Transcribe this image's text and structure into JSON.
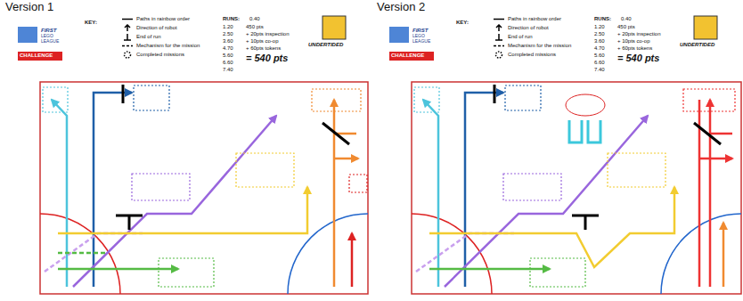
{
  "diagram": {
    "labels": [
      "Version 1",
      "KEY:",
      "RUNS:",
      "0.40",
      "1.20",
      "2.50",
      "3.60",
      "4.70",
      "5.60",
      "6.60",
      "7.40",
      "450 pts",
      "+ 20pts inspection",
      "+ 10pts co-op",
      "+ 60pts tokens",
      "= 540 pts",
      "FIRST",
      "LEGO",
      "LEAGUE",
      "CHALLENGE",
      "UNDERTIDED",
      "Version 2",
      "KEY:",
      "RUNS:",
      "0.40",
      "1.20",
      "2.50",
      "3.60",
      "4.70",
      "5.60",
      "6.60",
      "7.40",
      "450 pts",
      "+ 20pts inspection",
      "+ 10pts co-op",
      "+ 60pts tokens",
      "= 540 pts",
      "FIRST",
      "LEGO",
      "LEAGUE",
      "CHALLENGE",
      "UNDERTIDED"
    ],
    "legend": [
      {
        "text": "Paths in rainbow order"
      },
      {
        "text": "Direction of robot"
      },
      {
        "text": "End of run"
      },
      {
        "text": "Mechanism for the mission"
      },
      {
        "text": "Completed missions"
      },
      {
        "text": "Paths in rainbow order"
      },
      {
        "text": "Direction of robot"
      },
      {
        "text": "End of run"
      },
      {
        "text": "Mechanism for the mission"
      },
      {
        "text": "Completed missions"
      }
    ]
  }
}
